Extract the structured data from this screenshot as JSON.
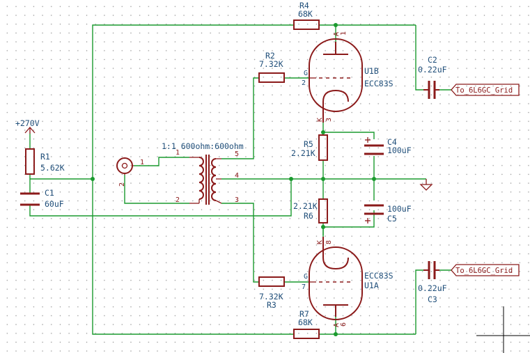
{
  "components": {
    "r1": {
      "ref": "R1",
      "value": "5.62K"
    },
    "r2": {
      "ref": "R2",
      "value": "7.32K"
    },
    "r3": {
      "ref": "R3",
      "value": "7.32K"
    },
    "r4": {
      "ref": "R4",
      "value": "68K"
    },
    "r5": {
      "ref": "R5",
      "value": "2.21K"
    },
    "r6": {
      "ref": "R6",
      "value": "2.21K"
    },
    "r7": {
      "ref": "R7",
      "value": "68K"
    },
    "c1": {
      "ref": "C1",
      "value": "60uF"
    },
    "c2": {
      "ref": "C2",
      "value": "0.22uF"
    },
    "c3": {
      "ref": "C3",
      "value": "0.22uF"
    },
    "c4": {
      "ref": "C4",
      "value": "100uF"
    },
    "c5": {
      "ref": "C5",
      "value": "100uF"
    },
    "u1b": {
      "ref": "U1B",
      "value": "ECC83S",
      "pin_a": "1",
      "pin_g": "2",
      "pin_k": "3",
      "lbl_a": "A",
      "lbl_g": "G",
      "lbl_k": "K"
    },
    "u1a": {
      "ref": "U1A",
      "value": "ECC83S",
      "pin_a": "6",
      "pin_g": "7",
      "pin_k": "8",
      "lbl_a": "A",
      "lbl_g": "G",
      "lbl_k": "K"
    },
    "t1": {
      "value": "1:1 600ohm:600ohm",
      "pin1": "1",
      "pin2": "2",
      "pin3": "3",
      "pin4": "4",
      "pin5": "5"
    },
    "j1": {
      "pin1": "1",
      "pin2": "2"
    }
  },
  "power": {
    "supply_label": "+270V"
  },
  "labels": {
    "to_grid_top": "To_6L6GC_Grid",
    "to_grid_bottom": "To_6L6GC_Grid"
  },
  "colors": {
    "wire": "#1a9a2e",
    "component": "#8b1a1a",
    "text": "#1f4e79",
    "grid_dots": "#9a9a9a"
  }
}
